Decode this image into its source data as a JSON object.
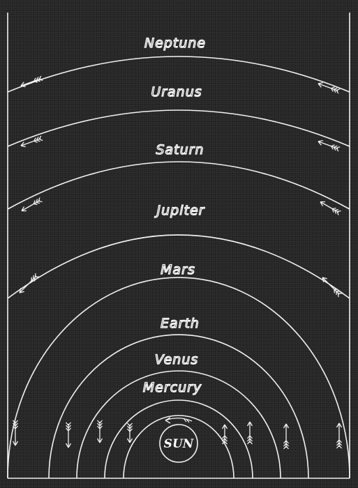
{
  "planets": [
    {
      "name": "Neptune",
      "direction_icon": "arrow-left-icon"
    },
    {
      "name": "Uranus",
      "direction_icon": "arrow-left-icon"
    },
    {
      "name": "Saturn",
      "direction_icon": "arrow-left-icon"
    },
    {
      "name": "Jupiter",
      "direction_icon": "arrow-left-icon"
    },
    {
      "name": "Mars",
      "direction_icon": "arrow-left-icon"
    },
    {
      "name": "Earth",
      "direction_icon": "arrow-vertical-icon"
    },
    {
      "name": "Venus",
      "direction_icon": "arrow-vertical-icon"
    },
    {
      "name": "Mercury",
      "direction_icon": "arrow-vertical-icon"
    }
  ],
  "sun": {
    "label": "SUN",
    "rotation_icon": "curved-arrow-icon"
  },
  "colors": {
    "background": "#262626",
    "lines": "#f2f2f2",
    "text": "#ffffff"
  }
}
